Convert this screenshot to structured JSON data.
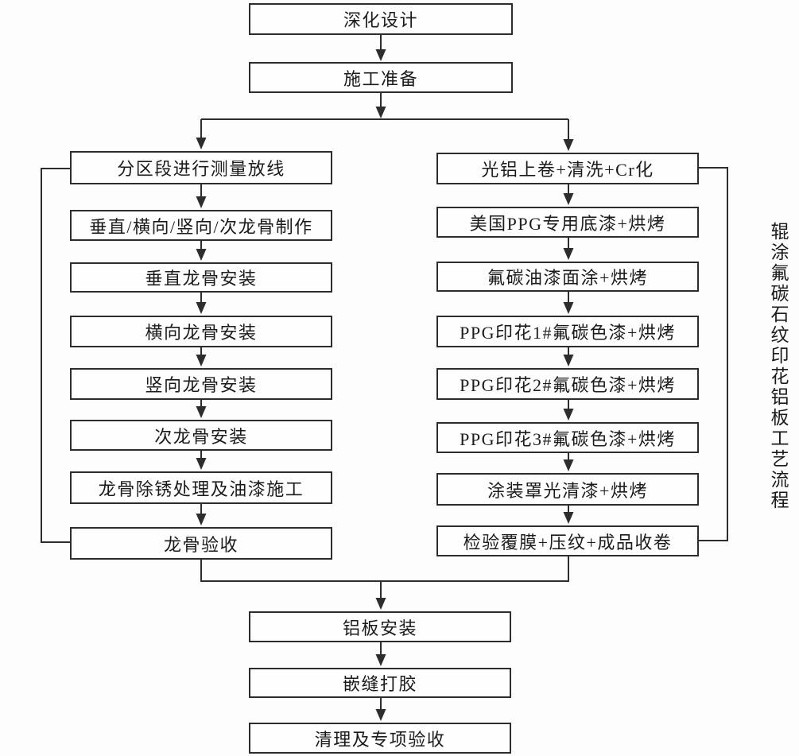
{
  "side_label": "辊涂氟碳石纹印花铝板工艺流程",
  "nodes": {
    "top": [
      "深化设计",
      "施工准备"
    ],
    "left": [
      "分区段进行测量放线",
      "垂直/横向/竖向/次龙骨制作",
      "垂直龙骨安装",
      "横向龙骨安装",
      "竖向龙骨安装",
      "次龙骨安装",
      "龙骨除锈处理及油漆施工",
      "龙骨验收"
    ],
    "right": [
      "光铝上卷+清洗+Cr化",
      "美国PPG专用底漆+烘烤",
      "氟碳油漆面涂+烘烤",
      "PPG印花1#氟碳色漆+烘烤",
      "PPG印花2#氟碳色漆+烘烤",
      "PPG印花3#氟碳色漆+烘烤",
      "涂装罩光清漆+烘烤",
      "检验覆膜+压纹+成品收卷"
    ],
    "bottom": [
      "铝板安装",
      "嵌缝打胶",
      "清理及专项验收"
    ]
  },
  "colors": {
    "line": "#2d2d2d",
    "text": "#1b1b1b",
    "background": "#fdfdfd",
    "box_fill": "#fefefe"
  }
}
